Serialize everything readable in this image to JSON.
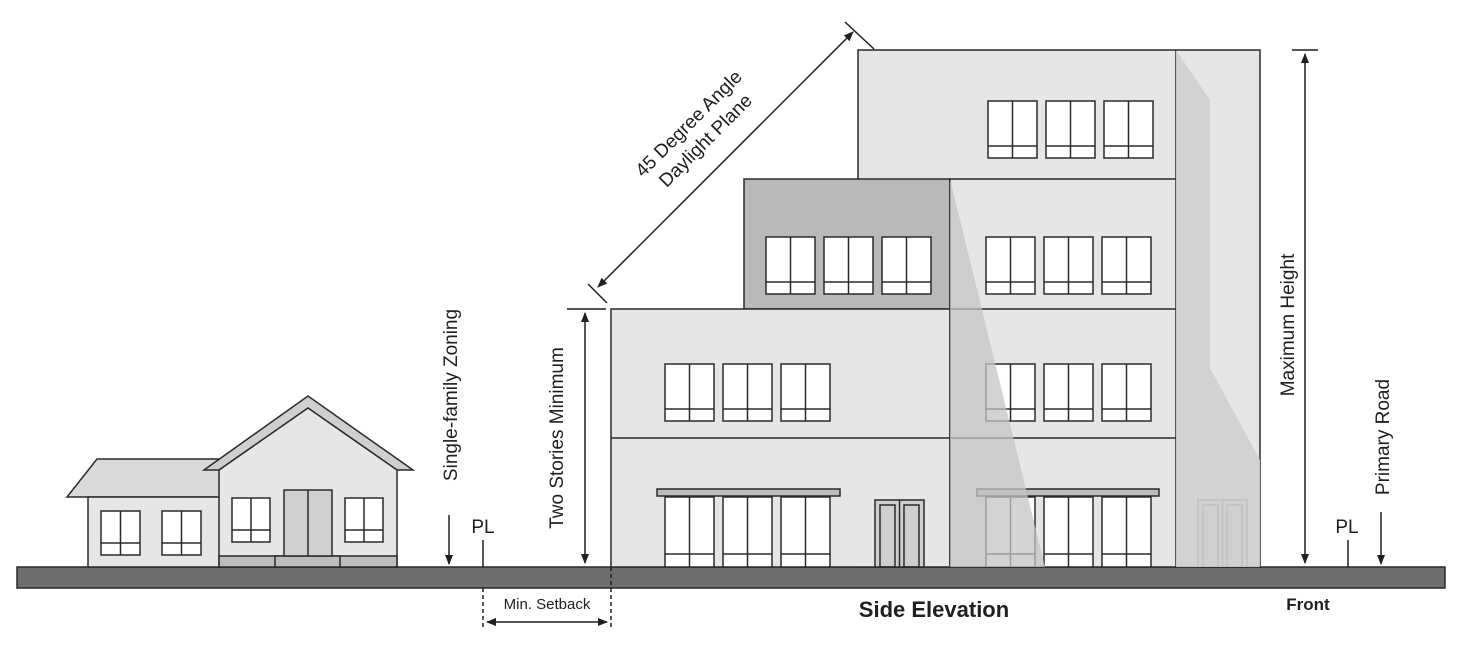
{
  "labels": {
    "daylight_line1": "45 Degree Angle",
    "daylight_line2": "Daylight Plane",
    "two_stories": "Two Stories Minimum",
    "single_family": "Single-family Zoning",
    "maximum_height": "Maximum Height",
    "primary_road": "Primary Road",
    "pl_left": "PL",
    "pl_right": "PL",
    "min_setback": "Min. Setback",
    "side_elevation": "Side Elevation",
    "front": "Front"
  },
  "colors": {
    "line": "#2a2a2a",
    "ground": "#6e6e6e",
    "building_face": "#e6e6e8",
    "dark_block": "#b9b9bb",
    "shadow": "#cfcfd1",
    "window_fill": "#ffffff"
  }
}
